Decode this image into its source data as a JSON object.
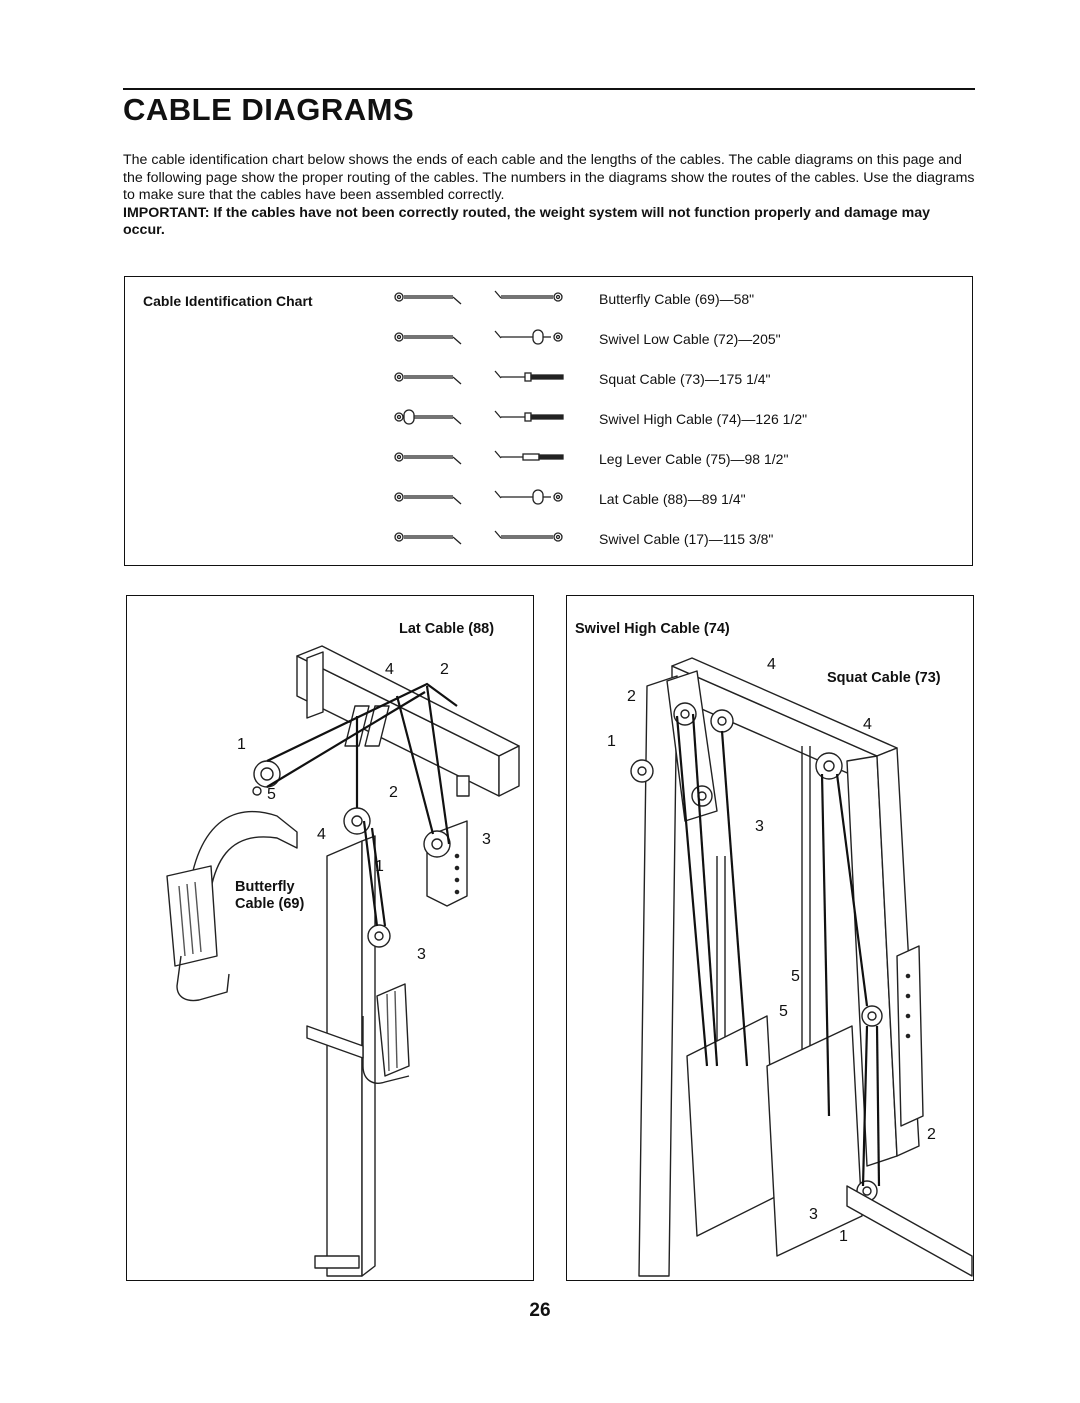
{
  "page": {
    "title": "CABLE DIAGRAMS",
    "intro": "The cable identification chart below shows the ends of each cable and the lengths of the cables. The cable diagrams on this page and the following page show the proper routing of the cables. The numbers in the diagrams show the routes of the cables. Use the diagrams to make sure that the cables have been assembled correctly.",
    "important": "IMPORTANT: If the cables have not been correctly routed, the weight system will not function properly and damage may occur.",
    "page_number": "26"
  },
  "chart": {
    "label": "Cable Identification Chart",
    "cables": [
      {
        "name": "Butterfly Cable (69)—58\""
      },
      {
        "name": "Swivel Low Cable (72)—205\""
      },
      {
        "name": "Squat Cable (73)—175 1/4\""
      },
      {
        "name": "Swivel High Cable (74)—126 1/2\""
      },
      {
        "name": "Leg Lever Cable (75)—98 1/2\""
      },
      {
        "name": "Lat Cable (88)—89 1/4\""
      },
      {
        "name": "Swivel Cable (17)—115 3/8\""
      }
    ]
  },
  "left_diagram": {
    "label_lat": "Lat Cable (88)",
    "label_butterfly_1": "Butterfly",
    "label_butterfly_2": "Cable (69)",
    "callouts": [
      "4",
      "2",
      "1",
      "5",
      "2",
      "4",
      "3",
      "1",
      "3"
    ]
  },
  "right_diagram": {
    "label_swivel": "Swivel High Cable (74)",
    "label_squat": "Squat Cable (73)",
    "callouts": [
      "4",
      "2",
      "1",
      "3",
      "4",
      "5",
      "5",
      "2",
      "3",
      "1"
    ]
  }
}
